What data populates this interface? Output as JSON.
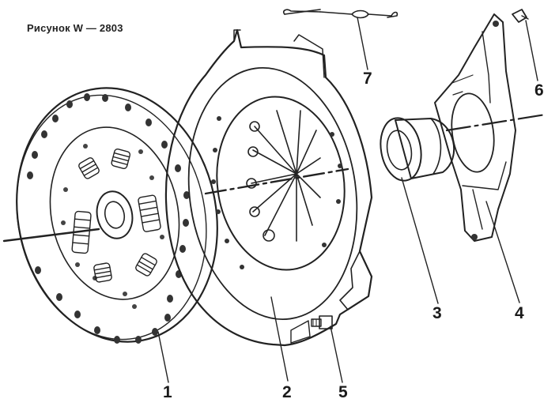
{
  "figure": {
    "title": "Рисунок W — 2803"
  },
  "callouts": {
    "c1": "1",
    "c2": "2",
    "c3": "3",
    "c4": "4",
    "c5": "5",
    "c6": "6",
    "c7": "7"
  }
}
